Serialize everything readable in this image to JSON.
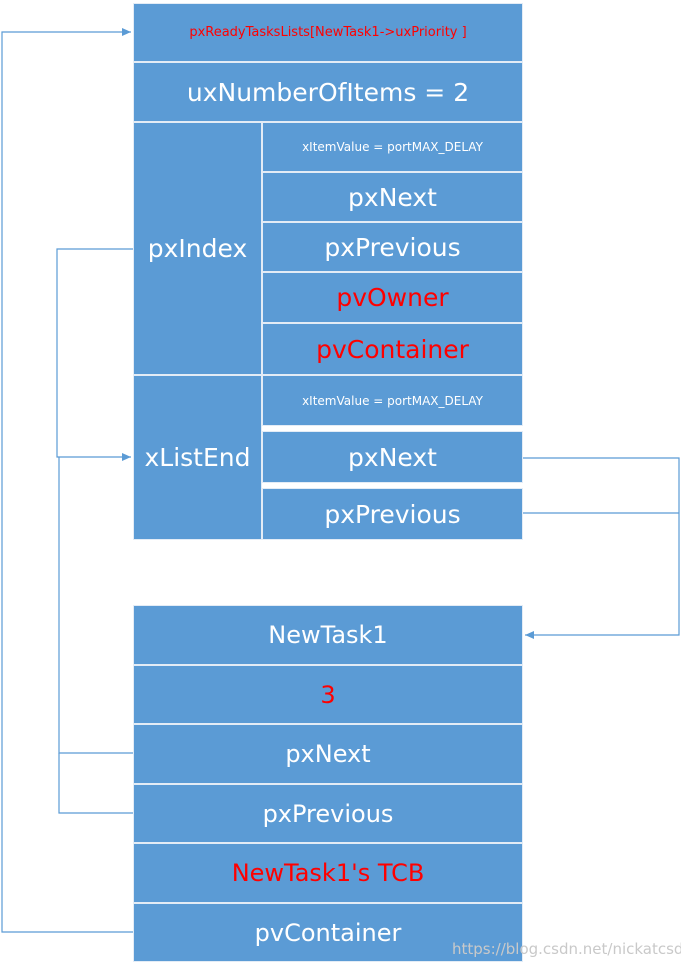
{
  "list": {
    "header": "pxReadyTasksLists[NewTask1->uxPriority ]",
    "count": "uxNumberOfItems = 2",
    "index": {
      "label": "pxIndex",
      "item_value": "xItemValue = portMAX_DELAY",
      "next": "pxNext",
      "previous": "pxPrevious",
      "owner": "pvOwner",
      "container": "pvContainer"
    },
    "end": {
      "label": "xListEnd",
      "item_value": "xItemValue = portMAX_DELAY",
      "next": "pxNext",
      "previous": "pxPrevious"
    }
  },
  "task": {
    "name": "NewTask1",
    "value": "3",
    "next": "pxNext",
    "previous": "pxPrevious",
    "owner": "NewTask1's TCB",
    "container": "pvContainer"
  },
  "watermark": "https://blog.csdn.net/nickatcsdn",
  "colors": {
    "box": "#5b9bd5",
    "arrow": "#5b9bd5",
    "highlight": "#ff0000"
  }
}
